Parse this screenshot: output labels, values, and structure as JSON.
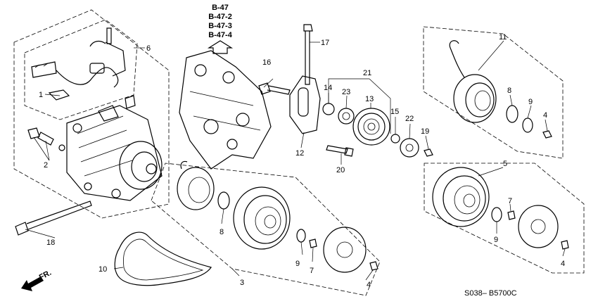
{
  "references": [
    "B-47",
    "B-47-2",
    "B-47-3",
    "B-47-4"
  ],
  "callouts": {
    "c1": "1",
    "c2": "2",
    "c3": "3",
    "c4a": "4",
    "c4b": "4",
    "c4c": "4",
    "c5": "5",
    "c6": "6",
    "c7a": "7",
    "c7b": "7",
    "c8a": "8",
    "c8b": "8",
    "c9a": "9",
    "c9b": "9",
    "c9c": "9",
    "c10": "10",
    "c11": "11",
    "c12": "12",
    "c13": "13",
    "c14": "14",
    "c15": "15",
    "c16": "16",
    "c17": "17",
    "c18": "18",
    "c19": "19",
    "c20": "20",
    "c21": "21",
    "c22": "22",
    "c23": "23"
  },
  "direction_label": "FR.",
  "diagram_code": "S038– B5700C"
}
